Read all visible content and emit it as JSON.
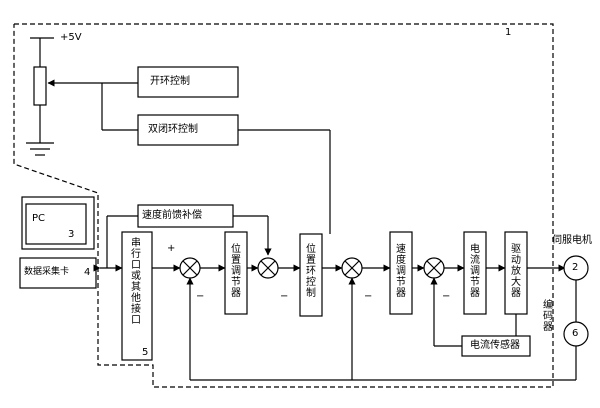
{
  "supply": "+5V",
  "blocks": {
    "open_loop": "开环控制",
    "dual_loop": "双闭环控制",
    "pc": "PC",
    "pc_num": "3",
    "data_card": "数据采集卡",
    "data_card_num": "4",
    "speed_ff": "速度前馈补偿",
    "serial_port": "串行口或其他接口",
    "serial_num": "5",
    "position_regulator": "位置调节器",
    "position_loop": "位置环控制",
    "speed_regulator": "速度调节器",
    "current_regulator": "电流调节器",
    "driver_amp": "驱动放大器",
    "current_sensor": "电流传感器",
    "encoder_label": "编码器"
  },
  "motor": {
    "title": "伺服电机",
    "num": "2"
  },
  "encoder": {
    "num": "6"
  },
  "group_num": "1",
  "signs": {
    "plus": "+",
    "minus": "−"
  }
}
